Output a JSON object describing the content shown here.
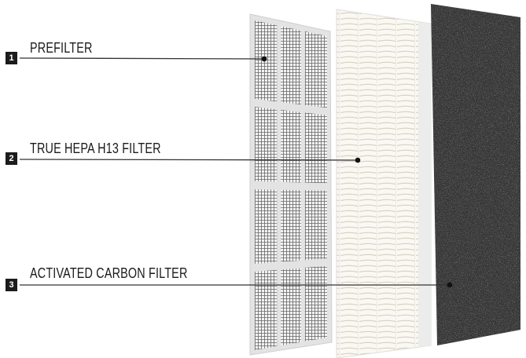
{
  "callouts": [
    {
      "number": "1",
      "label": "PREFILTER"
    },
    {
      "number": "2",
      "label": "TRUE HEPA H13 FILTER"
    },
    {
      "number": "3",
      "label": "ACTIVATED CARBON FILTER"
    }
  ],
  "colors": {
    "marker_box": "#1c1c1c",
    "leader_line": "#333333",
    "prefilter_frame": "#e6e6e6",
    "hepa": "#f6f4ef",
    "carbon": "#3a3a3a"
  }
}
